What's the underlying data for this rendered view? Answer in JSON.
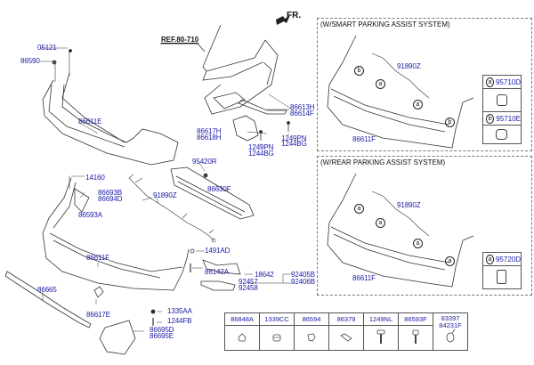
{
  "header": {
    "front_indicator": "FR.",
    "reference": "REF.80-710"
  },
  "main_labels": {
    "p05121": "05121",
    "p86590": "86590",
    "p86611E": "86611E",
    "p86613H": "86613H",
    "p86614F": "86614F",
    "p86617H": "86617H",
    "p86618H": "86618H",
    "p1249PN_a": "1249PN",
    "p1244BG_a": "1244BG",
    "p1249PN_b": "1249PN",
    "p1244BG_b": "1244BG",
    "p95420R": "95420R",
    "p86630F": "86630F",
    "p14160": "14160",
    "p86693B": "86693B",
    "p86694D": "86694D",
    "p86593A": "86593A",
    "p91890Z": "91890Z",
    "p86611F": "86611F",
    "p1491AD": "1491AD",
    "p86142A": "86142A",
    "p18642": "18642",
    "p92405B": "92405B",
    "p92406B": "92406B",
    "p92457": "92457",
    "p92458": "92458",
    "p86665": "86665",
    "p86617E": "86617E",
    "p1335AA": "1335AA",
    "p1244FB": "1244FB",
    "p86695D": "86695D",
    "p86695E": "86695E"
  },
  "panels": {
    "smart": {
      "title": "(W/SMART PARKING ASSIST SYSTEM)",
      "wiring": "91890Z",
      "bumper": "86611F",
      "callouts": [
        "a",
        "a",
        "b",
        "b"
      ],
      "subparts": [
        {
          "key": "a",
          "part": "95710D"
        },
        {
          "key": "b",
          "part": "95710E"
        }
      ]
    },
    "rear": {
      "title": "(W/REAR PARKING ASSIST SYSTEM)",
      "wiring": "91890Z",
      "bumper": "86611F",
      "callouts": [
        "a",
        "a",
        "a",
        "a"
      ],
      "subparts": [
        {
          "key": "a",
          "part": "95720D"
        }
      ]
    }
  },
  "hardware_table": [
    {
      "part": "86848A",
      "icon": "clip-icon"
    },
    {
      "part": "1339CC",
      "icon": "nut-icon"
    },
    {
      "part": "86594",
      "icon": "fastener-icon"
    },
    {
      "part": "86379",
      "icon": "pad-icon"
    },
    {
      "part": "1249NL",
      "icon": "bolt-icon"
    },
    {
      "part": "86593F",
      "icon": "screw-icon"
    },
    {
      "part": "83397",
      "part2": "84231F",
      "icon": "plug-icon"
    }
  ]
}
